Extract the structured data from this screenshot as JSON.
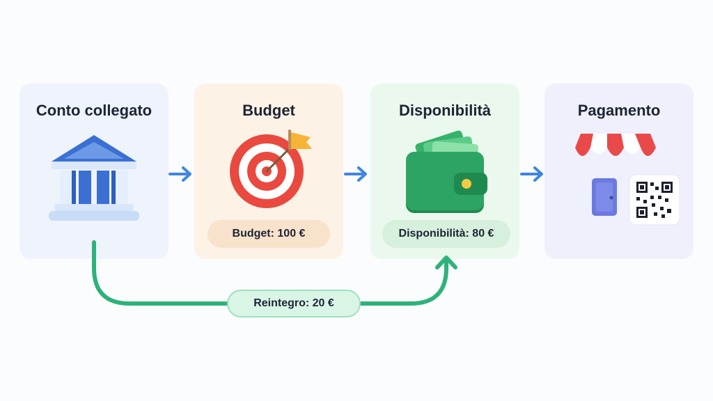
{
  "steps": [
    {
      "title": "Conto collegato",
      "icon": "bank-icon",
      "color": "#3b6fd4"
    },
    {
      "title": "Budget",
      "icon": "target-flag-icon",
      "color": "#e9493f",
      "pill": "Budget: 100 €"
    },
    {
      "title": "Disponibilità",
      "icon": "wallet-icon",
      "color": "#2e9a5e",
      "pill": "Disponibilità: 80 €"
    },
    {
      "title": "Pagamento",
      "icon": "store-qr-icon",
      "color": "#e84a4a"
    }
  ],
  "refill": {
    "label": "Reintegro: 20 €",
    "color": "#2db37a"
  },
  "arrow_color": "#3f86e0"
}
